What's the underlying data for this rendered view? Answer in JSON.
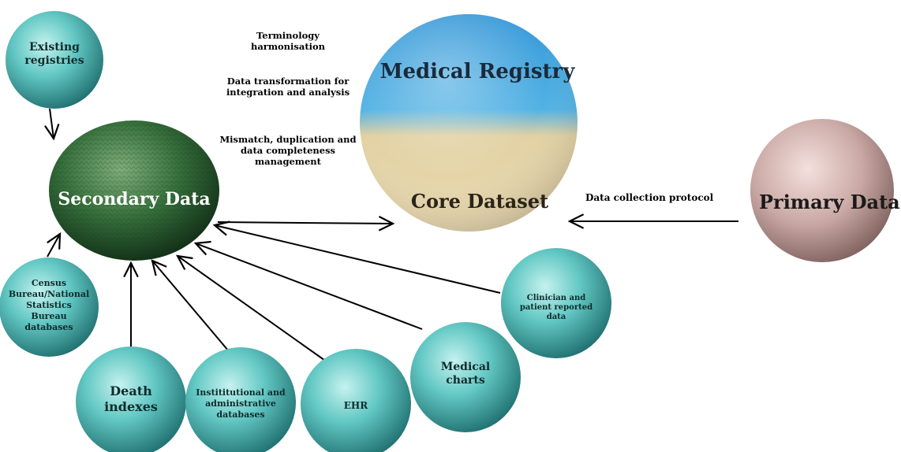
{
  "nodes": {
    "secondary": "Secondary Data",
    "registry_top": "Medical Registry",
    "registry_bottom": "Core Dataset",
    "primary": "Primary Data",
    "existing": "Existing registries",
    "census": "Census Bureau/National Statistics Bureau databases",
    "death": "Death indexes",
    "institutional": "Instititutional and administrative databases",
    "ehr": "EHR",
    "medical_charts": "Medical charts",
    "clinician": "Clinician and patient reported data"
  },
  "notes": {
    "terminology": "Terminology harmonisation",
    "transformation": "Data transformation for integration and analysis",
    "mismatch": "Mismatch, duplication and data completeness management"
  },
  "edge_labels": {
    "protocol": "Data collection protocol"
  },
  "colors": {
    "secondary_sphere": "#2f6a3a",
    "source_sphere": "#5cc3c0",
    "registry_top": "#3b98d6",
    "registry_bottom": "#e8d8ad",
    "primary_sphere": "#c9a8a4"
  }
}
